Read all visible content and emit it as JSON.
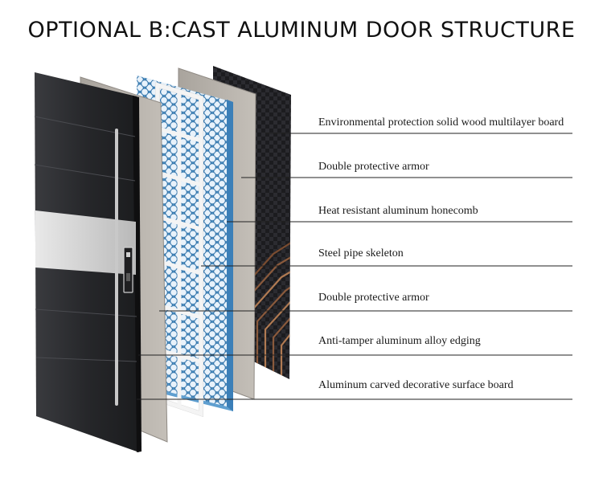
{
  "title": "OPTIONAL B:CAST ALUMINUM DOOR STRUCTURE",
  "layers": [
    {
      "label": "Environmental protection solid wood multilayer board"
    },
    {
      "label": "Double protective armor"
    },
    {
      "label": "Heat resistant aluminum honecomb"
    },
    {
      "label": "Steel pipe skeleton"
    },
    {
      "label": "Double protective armor"
    },
    {
      "label": "Anti-tamper aluminum alloy edging"
    },
    {
      "label": "Aluminum carved decorative surface board"
    }
  ],
  "colors": {
    "door_panel": "#2a2b2e",
    "armor": "#b3aea7",
    "honeycomb": "#5f9fd0",
    "skeleton": "#f4f4f4",
    "wood_board": "#1d1d20",
    "wood_grain": "#8a5a3c"
  }
}
